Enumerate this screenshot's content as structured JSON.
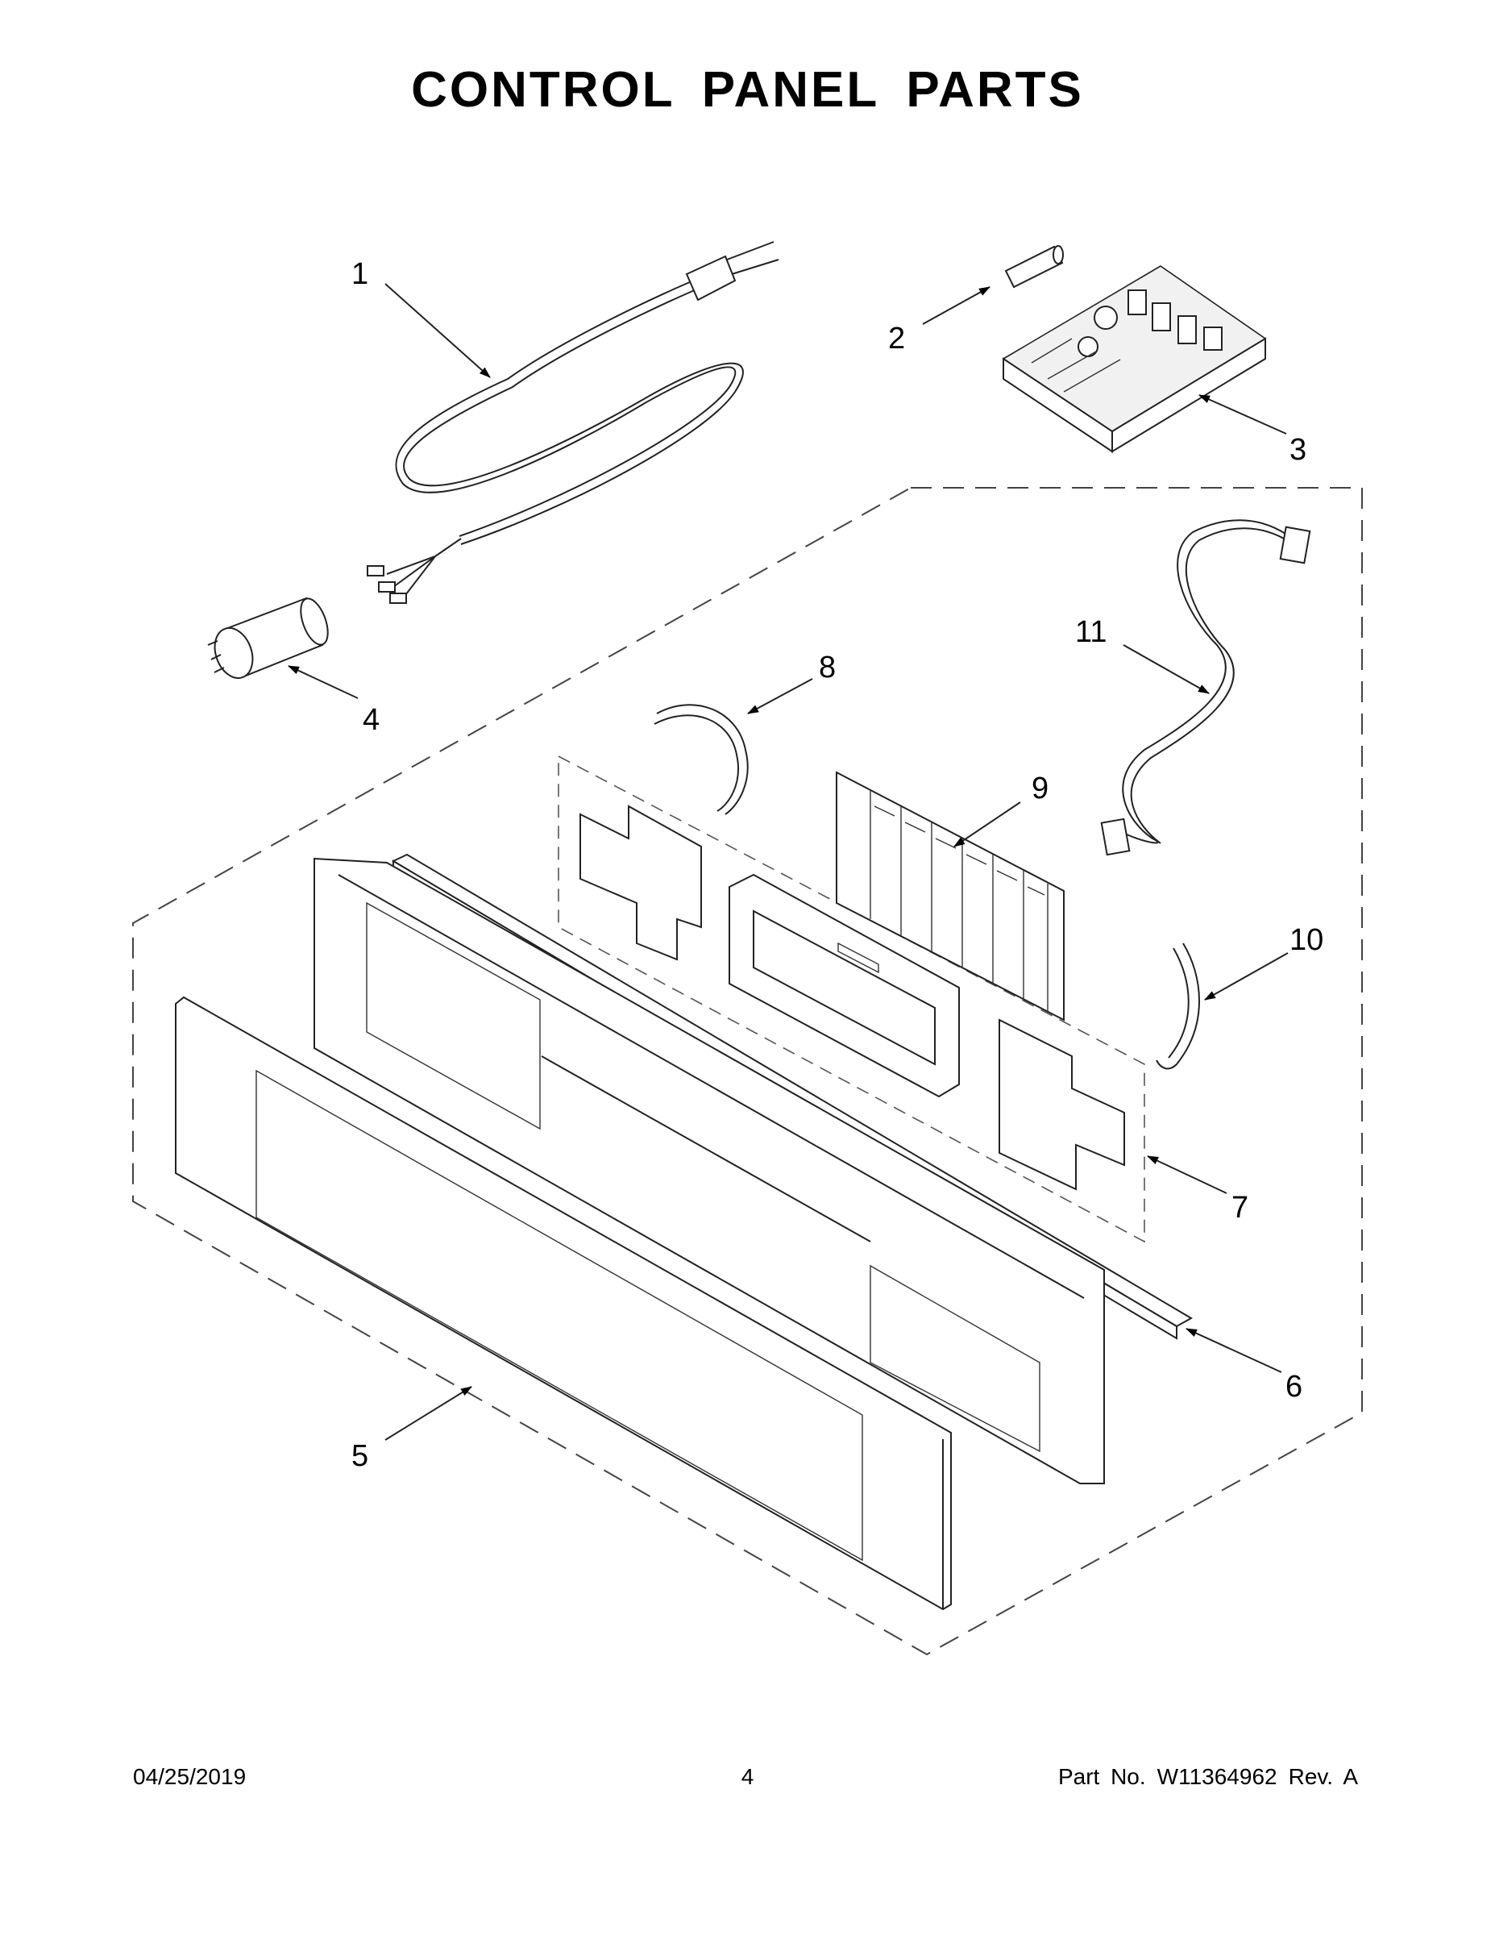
{
  "title": "CONTROL PANEL PARTS",
  "callouts": [
    "1",
    "2",
    "3",
    "4",
    "5",
    "6",
    "7",
    "8",
    "9",
    "10",
    "11"
  ],
  "footer": {
    "date": "04/25/2019",
    "page": "4",
    "part_label": "Part No.",
    "part_number": "W11364962",
    "revision": "Rev. A"
  }
}
